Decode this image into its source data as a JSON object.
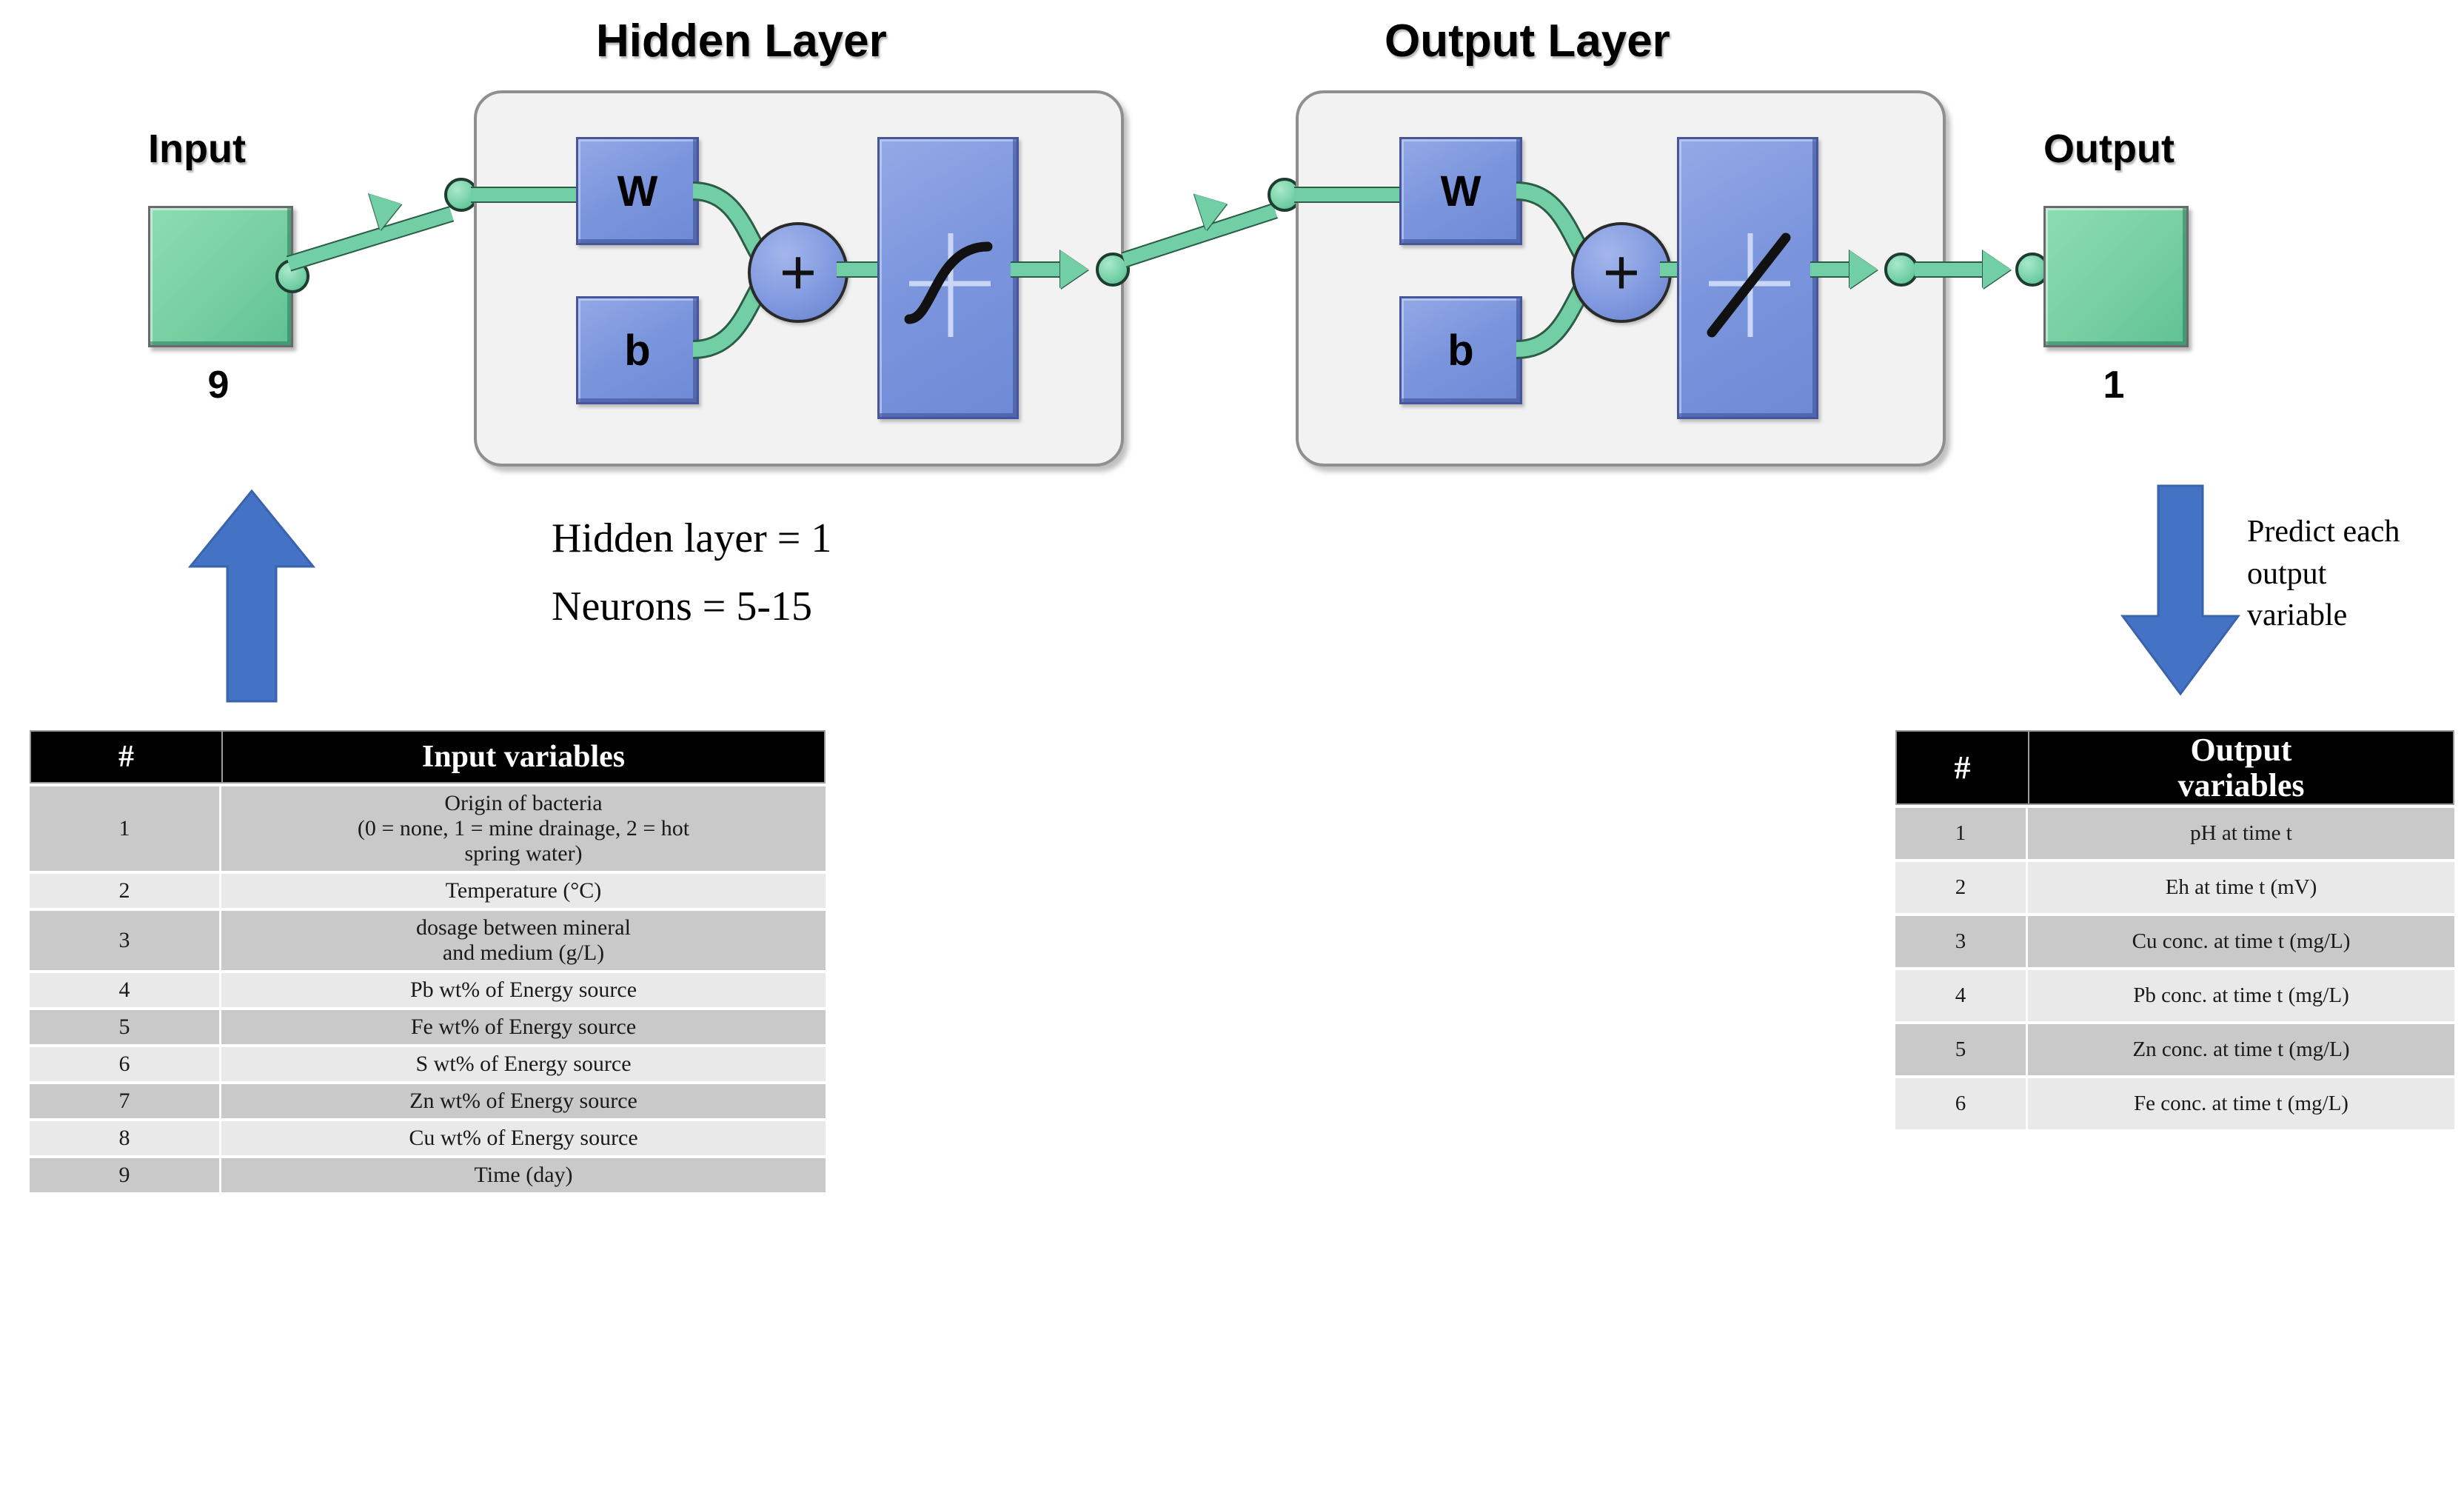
{
  "diagram": {
    "input_label": "Input",
    "input_count": "9",
    "output_label": "Output",
    "output_count": "1",
    "hidden_layer_title": "Hidden Layer",
    "output_layer_title": "Output Layer",
    "weight_symbol": "W",
    "bias_symbol": "b",
    "sum_symbol": "+",
    "hidden_activation_icon": "sigmoid-curve-icon",
    "output_activation_icon": "linear-line-icon",
    "colors": {
      "io_block_green": "#72cfa5",
      "operator_blue": "#7b95dd",
      "annotation_arrow_blue": "#4472c4",
      "layer_box_gray": "#f2f2f2",
      "header_black": "#000000",
      "row_dark_gray": "#c9c9c9",
      "row_light_gray": "#e9e9e9"
    }
  },
  "annotations": {
    "hidden_layer_note_line1": "Hidden layer = 1",
    "hidden_layer_note_line2": "Neurons = 5-15",
    "predict_note": "Predict each\noutput\nvariable",
    "input_arrow_icon": "arrow-up-icon",
    "output_arrow_icon": "arrow-down-icon"
  },
  "input_table": {
    "headers": [
      "#",
      "Input variables"
    ],
    "rows": [
      {
        "n": "1",
        "text": "Origin  of bacteria\n(0 = none,  1 = mine  drainage,  2 = hot\nspring  water)"
      },
      {
        "n": "2",
        "text": "Temperature  (°C)"
      },
      {
        "n": "3",
        "text": "dosage between  mineral\nand medium  (g/L)"
      },
      {
        "n": "4",
        "text": "Pb wt% of Energy  source"
      },
      {
        "n": "5",
        "text": "Fe wt% of Energy  source"
      },
      {
        "n": "6",
        "text": "S wt% of Energy  source"
      },
      {
        "n": "7",
        "text": "Zn wt% of Energy  source"
      },
      {
        "n": "8",
        "text": "Cu wt% of Energy  source"
      },
      {
        "n": "9",
        "text": "Time  (day)"
      }
    ]
  },
  "output_table": {
    "headers": [
      "#",
      "Output\nvariables"
    ],
    "rows": [
      {
        "n": "1",
        "text": "pH at time  t"
      },
      {
        "n": "2",
        "text": "Eh  at time  t (mV)"
      },
      {
        "n": "3",
        "text": "Cu conc. at time  t (mg/L)"
      },
      {
        "n": "4",
        "text": "Pb conc. at time  t (mg/L)"
      },
      {
        "n": "5",
        "text": "Zn conc. at time  t (mg/L)"
      },
      {
        "n": "6",
        "text": "Fe conc. at time  t (mg/L)"
      }
    ]
  }
}
